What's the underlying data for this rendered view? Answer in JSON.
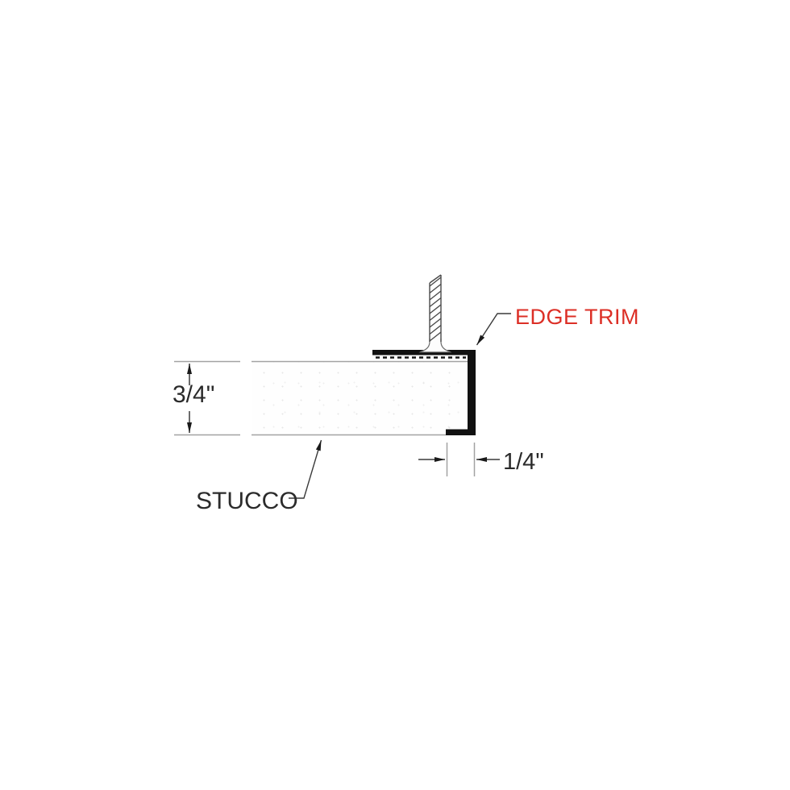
{
  "drawing": {
    "type": "construction-detail-section",
    "labels": {
      "edge_trim": "EDGE TRIM",
      "stucco": "STUCCO"
    },
    "dimensions": {
      "stucco_thickness": "3/4\"",
      "trim_depth": "1/4\""
    },
    "colors": {
      "background": "#ffffff",
      "edge_trim_label_red": "#dc2f26",
      "trim_profile_black": "#111111",
      "object_line_gray": "#a2a2a2",
      "dimension_line_dark": "#3a3a3a",
      "text_dark": "#2a2a2a"
    }
  }
}
